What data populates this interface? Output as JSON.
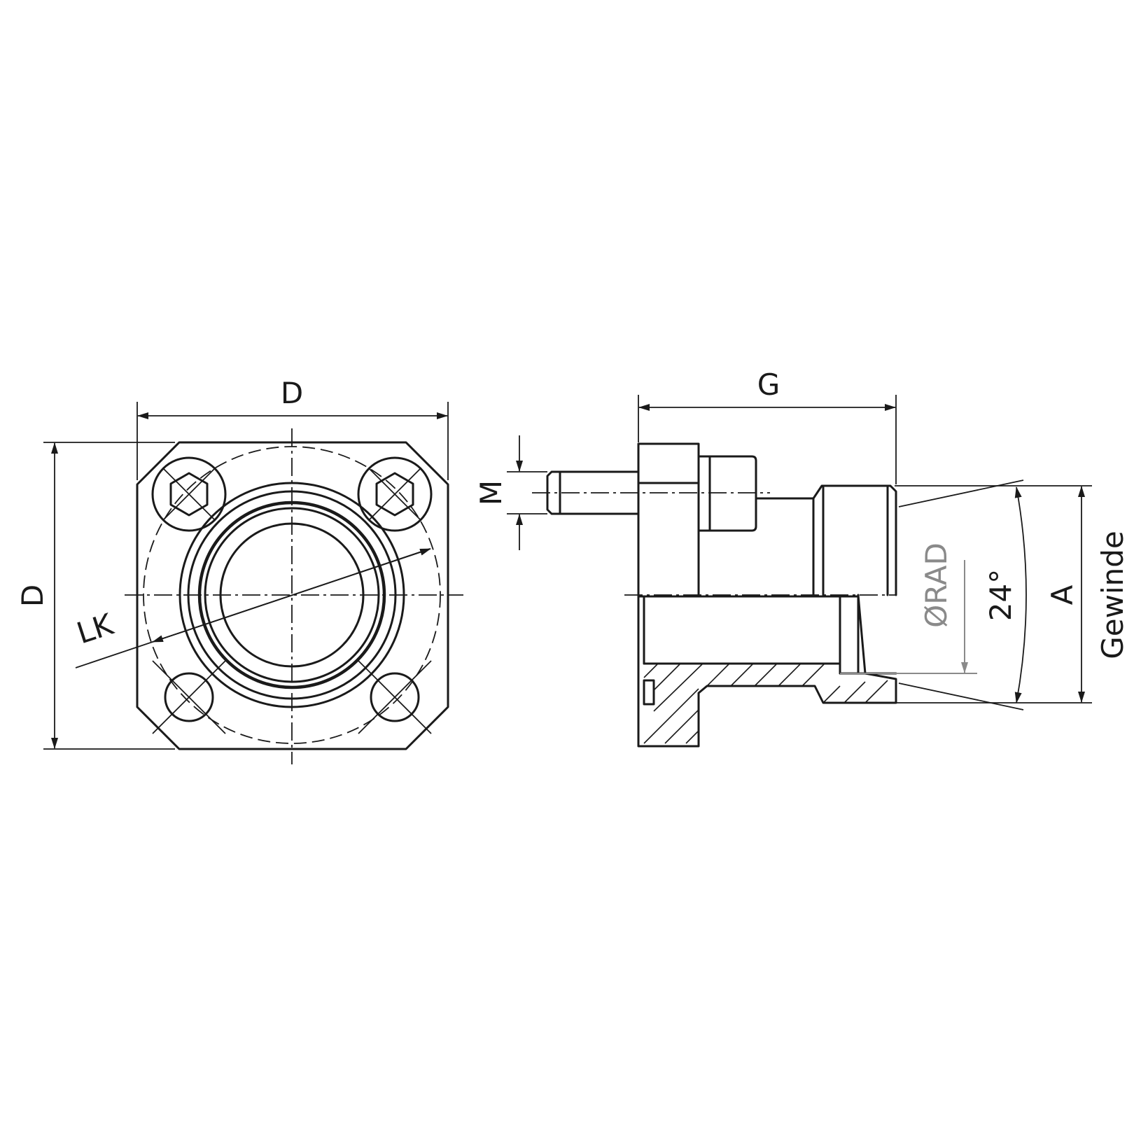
{
  "labels": {
    "width_top": "D",
    "height_left": "D",
    "bolt_circle": "LK",
    "overall_length": "G",
    "bolt_thread": "M",
    "bore_dia": "ØRAD",
    "cone_angle": "24°",
    "thread_outer": "A",
    "thread_name": "Gewinde"
  },
  "colors": {
    "line": "#1a1a1a",
    "secondary": "#8a8a8a",
    "background": "#ffffff"
  }
}
